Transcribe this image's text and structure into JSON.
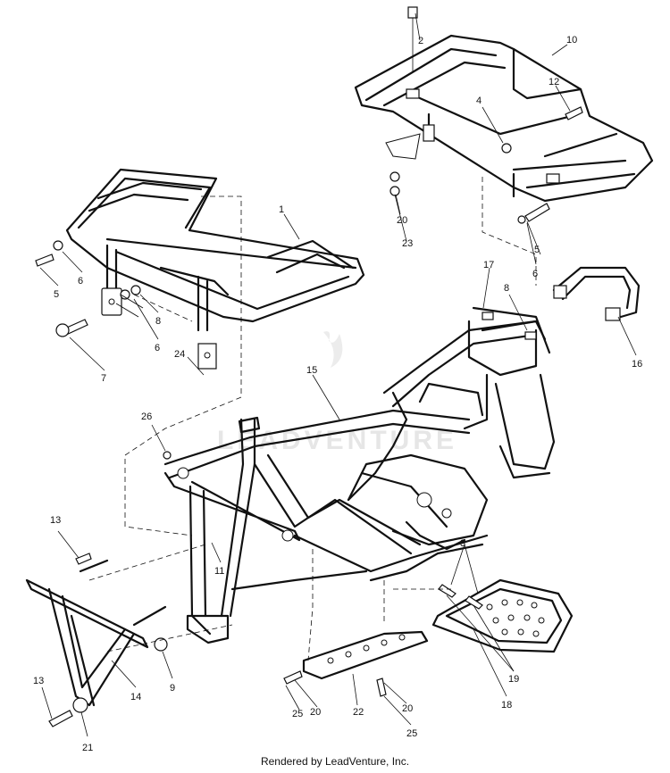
{
  "callouts": [
    {
      "id": "c1",
      "text": "1"
    },
    {
      "id": "c2",
      "text": "2"
    },
    {
      "id": "c3",
      "text": "3"
    },
    {
      "id": "c4",
      "text": "4"
    },
    {
      "id": "c5a",
      "text": "5"
    },
    {
      "id": "c5b",
      "text": "5"
    },
    {
      "id": "c6a",
      "text": "6"
    },
    {
      "id": "c6b",
      "text": "6"
    },
    {
      "id": "c6c",
      "text": "6"
    },
    {
      "id": "c7",
      "text": "7"
    },
    {
      "id": "c8a",
      "text": "8"
    },
    {
      "id": "c8b",
      "text": "8"
    },
    {
      "id": "c9",
      "text": "9"
    },
    {
      "id": "c10",
      "text": "10"
    },
    {
      "id": "c11",
      "text": "11"
    },
    {
      "id": "c12",
      "text": "12"
    },
    {
      "id": "c13a",
      "text": "13"
    },
    {
      "id": "c13b",
      "text": "13"
    },
    {
      "id": "c14",
      "text": "14"
    },
    {
      "id": "c15",
      "text": "15"
    },
    {
      "id": "c16",
      "text": "16"
    },
    {
      "id": "c17",
      "text": "17"
    },
    {
      "id": "c18",
      "text": "18"
    },
    {
      "id": "c19",
      "text": "19"
    },
    {
      "id": "c20a",
      "text": "20"
    },
    {
      "id": "c20b",
      "text": "20"
    },
    {
      "id": "c20c",
      "text": "20"
    },
    {
      "id": "c21",
      "text": "21"
    },
    {
      "id": "c22",
      "text": "22"
    },
    {
      "id": "c23",
      "text": "23"
    },
    {
      "id": "c24",
      "text": "24"
    },
    {
      "id": "c25a",
      "text": "25"
    },
    {
      "id": "c25b",
      "text": "25"
    },
    {
      "id": "c26",
      "text": "26"
    }
  ],
  "watermark": "LEADVENTURE",
  "footer": "Rendered by LeadVenture, Inc."
}
